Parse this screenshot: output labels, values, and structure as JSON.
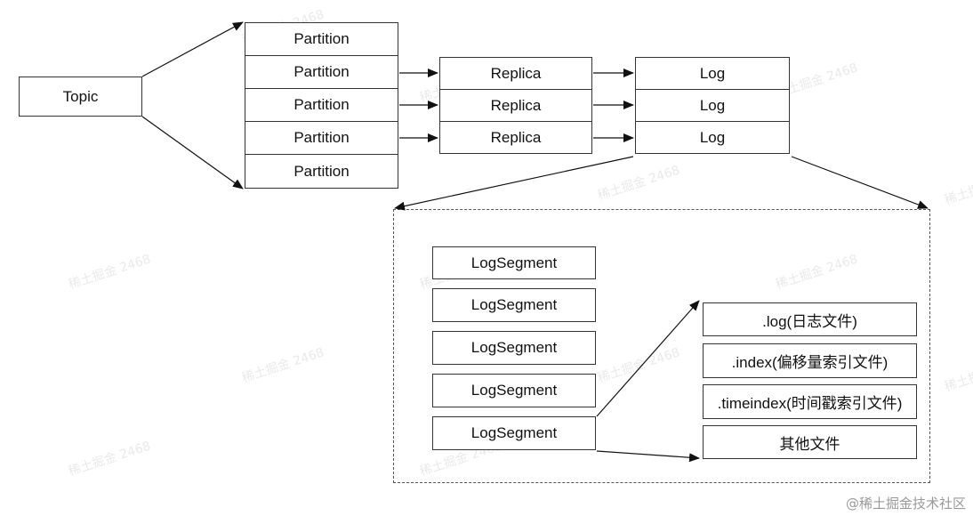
{
  "topic": {
    "label": "Topic"
  },
  "partitions": [
    "Partition",
    "Partition",
    "Partition",
    "Partition",
    "Partition"
  ],
  "replicas": [
    "Replica",
    "Replica",
    "Replica"
  ],
  "logs": [
    "Log",
    "Log",
    "Log"
  ],
  "segments": [
    "LogSegment",
    "LogSegment",
    "LogSegment",
    "LogSegment",
    "LogSegment"
  ],
  "files": [
    ".log(日志文件)",
    ".index(偏移量索引文件)",
    ".timeindex(时间戳索引文件)",
    "其他文件"
  ],
  "watermark": "稀土掘金 2468",
  "footer": "@稀土掘金技术社区",
  "colors": {
    "border": "#333333",
    "arrow": "#111111",
    "text": "#111111"
  }
}
